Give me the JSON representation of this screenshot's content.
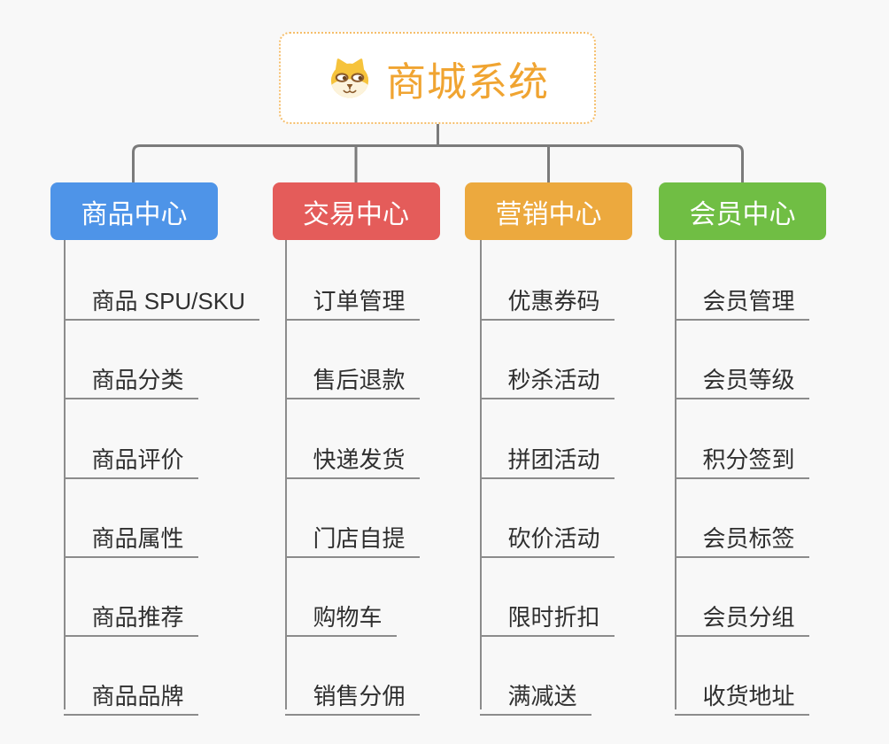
{
  "root": {
    "title": "商城系统",
    "icon": "shiba-dog-icon",
    "title_color": "#f0a431",
    "border_color": "#f5be6b"
  },
  "connector_color": "#7b7b7b",
  "line_color": "#8c8c8c",
  "branches": [
    {
      "label": "商品中心",
      "color": "#4E94E8",
      "children": [
        "商品 SPU/SKU",
        "商品分类",
        "商品评价",
        "商品属性",
        "商品推荐",
        "商品品牌"
      ]
    },
    {
      "label": "交易中心",
      "color": "#E45C5A",
      "children": [
        "订单管理",
        "售后退款",
        "快递发货",
        "门店自提",
        "购物车",
        "销售分佣"
      ]
    },
    {
      "label": "营销中心",
      "color": "#ECA93E",
      "children": [
        "优惠券码",
        "秒杀活动",
        "拼团活动",
        "砍价活动",
        "限时折扣",
        "满减送"
      ]
    },
    {
      "label": "会员中心",
      "color": "#70BE44",
      "children": [
        "会员管理",
        "会员等级",
        "积分签到",
        "会员标签",
        "会员分组",
        "收货地址"
      ]
    }
  ]
}
